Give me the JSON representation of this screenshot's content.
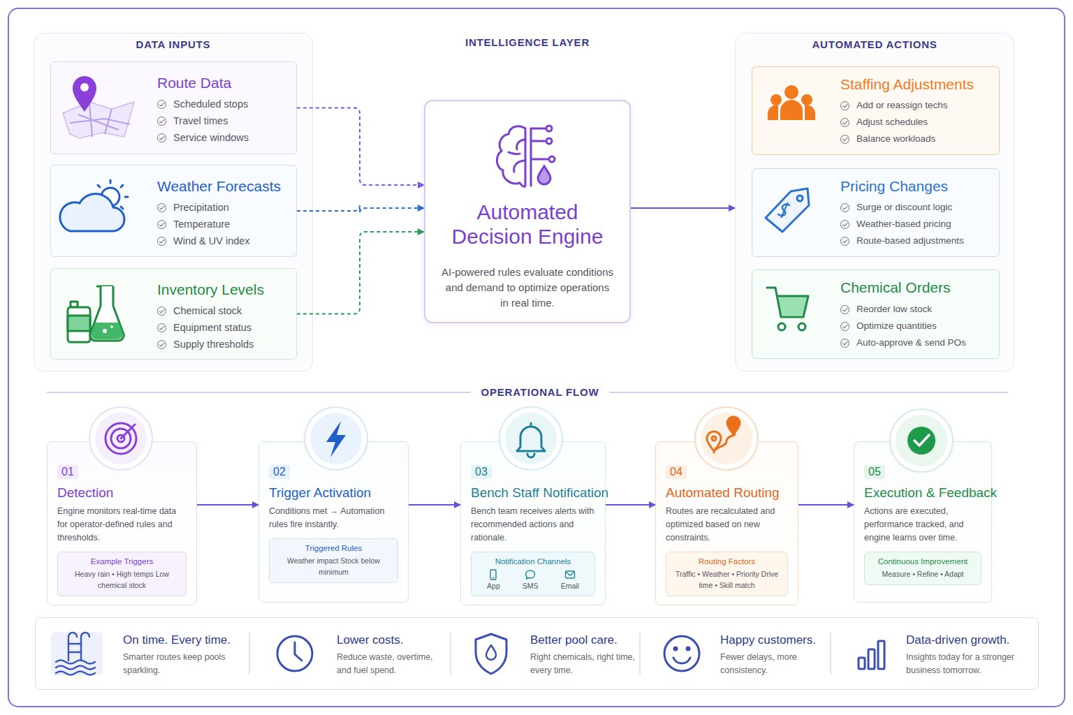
{
  "diagram": {
    "nodes": [
      {
        "text": [
          "DATA INPUTS"
        ]
      },
      {
        "text": [
          "Route Data",
          "Scheduled stops",
          "Travel times",
          "Service windows"
        ],
        "in": 0
      },
      {
        "text": [
          "Weather Forecasts",
          "Precipitation",
          "Temperature",
          "Wind & UV index"
        ],
        "in": 0
      },
      {
        "text": [
          "Inventory Levels",
          "Chemical stock",
          "Equipment status",
          "Supply thresholds"
        ],
        "in": 0
      },
      {
        "text": [
          "INTELLIGENCE LAYER",
          "Automated Decision Engine",
          "AI-powered rules evaluate conditions and demand to optimize operations in real time."
        ]
      },
      {
        "text": [
          "AUTOMATED ACTIONS"
        ]
      },
      {
        "text": [
          "Staffing Adjustments",
          "Add or reassign techs",
          "Adjust schedules",
          "Balance workloads"
        ],
        "in": 5
      },
      {
        "text": [
          "Pricing Changes",
          "Surge or discount logic",
          "Weather-based pricing",
          "Route-based adjustments"
        ],
        "in": 5
      },
      {
        "text": [
          "Chemical Orders",
          "Reorder low stock",
          "Optimize quantities",
          "Auto-approve & send POs"
        ],
        "in": 5
      },
      {
        "text": [
          "01",
          "Detection",
          "Engine monitors real-time data for operator-defined rules and thresholds."
        ]
      },
      {
        "text": [
          "Example Triggers",
          "Heavy rain • High temps Low chemical stock"
        ],
        "in": 9
      },
      {
        "text": [
          "02",
          "Trigger Activation",
          "Conditions met → Automation rules fire instantly."
        ]
      },
      {
        "text": [
          "Triggered Rules",
          "Weather impact Stock below minimum"
        ],
        "in": 11
      },
      {
        "text": [
          "03",
          "Bench Staff Notification",
          "Bench team receives alerts with recommended actions and rationale."
        ]
      },
      {
        "text": [
          "Notification Channels",
          "App",
          "SMS",
          "Email"
        ],
        "in": 13
      },
      {
        "text": [
          "04",
          "Automated Routing",
          "Routes are recalculated and optimized based on new constraints."
        ]
      },
      {
        "text": [
          "Routing Factors",
          "Traffic • Weather • Priority Drive time • Skill match"
        ],
        "in": 15
      },
      {
        "text": [
          "05",
          "Execution & Feedback",
          "Actions are executed, performance tracked, and engine learns over time."
        ]
      },
      {
        "text": [
          "Continuous Improvement",
          "Measure • Refine • Adapt"
        ],
        "in": 17
      },
      {
        "text": [
          "On time. Every time.",
          "Smarter routes keep pools sparkling.",
          "Lower costs.",
          "Reduce waste, overtime, and fuel spend.",
          "Better pool care.",
          "Right chemicals, right time, every time.",
          "Happy customers.",
          "Fewer delays, more consistency.",
          "Data-driven growth.",
          "Insights today for a stronger business tomorrow."
        ]
      }
    ],
    "edges": [
      {
        "from": 1,
        "to": 4,
        "arrow": "to"
      },
      {
        "from": 2,
        "to": 4,
        "arrow": "to"
      },
      {
        "from": 3,
        "to": 4,
        "arrow": "to"
      },
      {
        "from": 4,
        "to": 5,
        "arrow": "to"
      },
      {
        "from": 9,
        "to": 11,
        "arrow": "to"
      },
      {
        "from": 11,
        "to": 13,
        "arrow": "to"
      },
      {
        "from": 13,
        "to": 15,
        "arrow": "to"
      },
      {
        "from": 15,
        "to": 17,
        "arrow": "to"
      }
    ],
    "labels": [
      "OPERATIONAL FLOW"
    ]
  }
}
